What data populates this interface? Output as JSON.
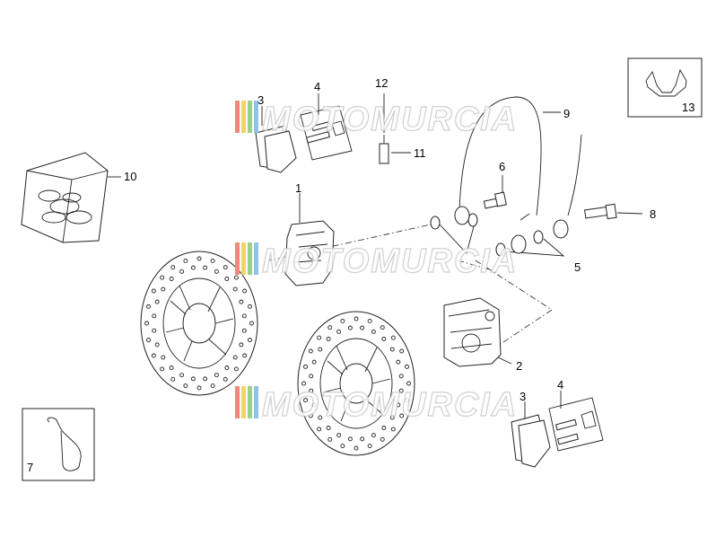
{
  "watermark": {
    "text": "MOTOMURCIA",
    "stripe_colors": [
      "#f08a7a",
      "#f5d36a",
      "#9bd08a",
      "#8fc4e8"
    ]
  },
  "callouts": [
    {
      "id": "c1",
      "label": "1"
    },
    {
      "id": "c2",
      "label": "2"
    },
    {
      "id": "c3a",
      "label": "3"
    },
    {
      "id": "c3b",
      "label": "3"
    },
    {
      "id": "c4a",
      "label": "4"
    },
    {
      "id": "c4b",
      "label": "4"
    },
    {
      "id": "c5",
      "label": "5"
    },
    {
      "id": "c6",
      "label": "6"
    },
    {
      "id": "c7",
      "label": "7"
    },
    {
      "id": "c8",
      "label": "8"
    },
    {
      "id": "c9",
      "label": "9"
    },
    {
      "id": "c10",
      "label": "10"
    },
    {
      "id": "c11",
      "label": "11"
    },
    {
      "id": "c12",
      "label": "12"
    },
    {
      "id": "c13",
      "label": "13"
    }
  ]
}
